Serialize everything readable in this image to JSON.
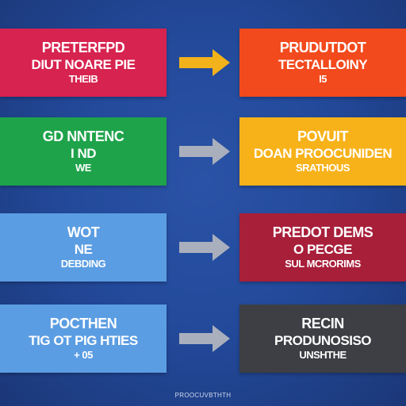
{
  "colors": {
    "background": "#1f3f87",
    "arrow_yellow": "#f2b21b",
    "arrow_gray": "#a9afbd"
  },
  "rows": [
    {
      "left": {
        "lines": [
          "PRETERFPD",
          "DIUT NOARE PIE",
          "THEIB"
        ],
        "color": "#d7234f"
      },
      "arrow": {
        "icon": "arrow-right-icon",
        "color": "#f2b21b"
      },
      "right": {
        "lines": [
          "PRUDUTDOT",
          "TECTALLOINY",
          "I5"
        ],
        "color": "#f24a1d"
      }
    },
    {
      "left": {
        "lines": [
          "GD NNTENC",
          "I ND",
          "WE"
        ],
        "color": "#1ea34a"
      },
      "arrow": {
        "icon": "arrow-right-icon",
        "color": "#a9afbd"
      },
      "right": {
        "lines": [
          "POVUIT",
          "DOAN PROOCUNIDEN",
          "SRATHOUS"
        ],
        "color": "#f7b21a"
      }
    },
    {
      "left": {
        "lines": [
          "WOT",
          "NE",
          "DEBDING"
        ],
        "color": "#5b9de2"
      },
      "arrow": {
        "icon": "arrow-right-icon",
        "color": "#a9afbd"
      },
      "right": {
        "lines": [
          "PREDOT DEMS",
          "O PECGE",
          "SUL MCRORIMS"
        ],
        "color": "#a81f3a"
      }
    },
    {
      "left": {
        "lines": [
          "POCTHEN",
          "TIG OT PIG HTIES",
          "+ 05"
        ],
        "color": "#5b9de2"
      },
      "arrow": {
        "icon": "arrow-right-icon",
        "color": "#a9afbd"
      },
      "right": {
        "lines": [
          "RECIN",
          "PRODUNOSISO",
          "UNSHTHE"
        ],
        "color": "#3d3f44"
      }
    }
  ],
  "footer": "PROOCUVBTHTH"
}
